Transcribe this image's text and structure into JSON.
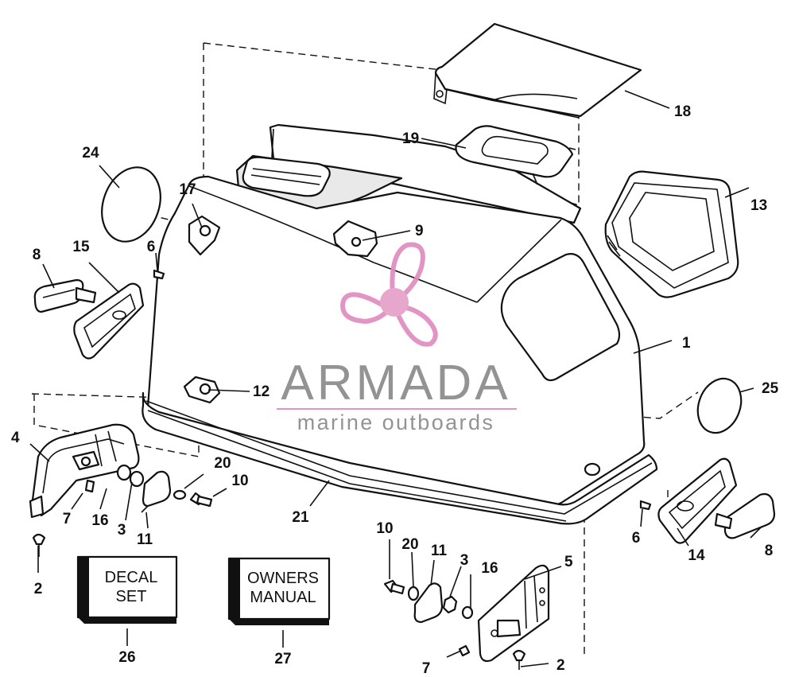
{
  "diagram": {
    "part_numbers": [
      "1",
      "2",
      "2",
      "3",
      "3",
      "4",
      "5",
      "6",
      "6",
      "7",
      "7",
      "8",
      "8",
      "9",
      "10",
      "10",
      "11",
      "11",
      "12",
      "13",
      "14",
      "15",
      "16",
      "16",
      "17",
      "18",
      "19",
      "20",
      "20",
      "21",
      "24",
      "25",
      "26",
      "27"
    ],
    "boxes": {
      "decal_line1": "DECAL",
      "decal_line2": "SET",
      "manual_line1": "OWNERS",
      "manual_line2": "MANUAL"
    }
  },
  "watermark": {
    "title": "ARMADA",
    "subtitle": "marine outboards",
    "colors": {
      "text": "#8a8a8a",
      "logo": "#e08cc0",
      "hub": "#e6a0c8"
    }
  }
}
